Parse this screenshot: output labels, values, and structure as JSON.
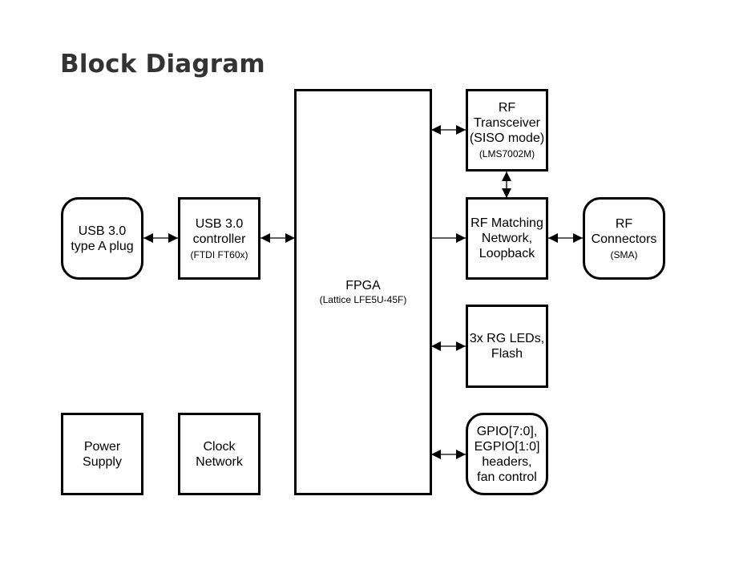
{
  "title": "Block Diagram",
  "blocks": {
    "usb_plug": {
      "main": "USB 3.0\ntype A plug",
      "sub": ""
    },
    "usb_controller": {
      "main": "USB 3.0\ncontroller",
      "sub": "(FTDI FT60x)"
    },
    "fpga": {
      "main": "FPGA",
      "sub": "(Lattice LFE5U-45F)"
    },
    "rf_transceiver": {
      "main": "RF\nTransceiver\n(SISO mode)",
      "sub": "(LMS7002M)"
    },
    "rf_matching": {
      "main": "RF Matching\nNetwork,\nLoopback",
      "sub": ""
    },
    "rf_connectors": {
      "main": "RF\nConnectors",
      "sub": "(SMA)"
    },
    "leds_flash": {
      "main": "3x RG LEDs,\nFlash",
      "sub": ""
    },
    "gpio": {
      "main": "GPIO[7:0],\nEGPIO[1:0]\nheaders,\nfan control",
      "sub": ""
    },
    "power_supply": {
      "main": "Power\nSupply",
      "sub": ""
    },
    "clock_network": {
      "main": "Clock\nNetwork",
      "sub": ""
    }
  },
  "connections": [
    {
      "from": "usb_plug",
      "to": "usb_controller",
      "direction": "bidirectional"
    },
    {
      "from": "usb_controller",
      "to": "fpga",
      "direction": "bidirectional"
    },
    {
      "from": "fpga",
      "to": "rf_transceiver",
      "direction": "bidirectional"
    },
    {
      "from": "rf_transceiver",
      "to": "rf_matching",
      "direction": "bidirectional"
    },
    {
      "from": "fpga",
      "to": "rf_matching",
      "direction": "forward"
    },
    {
      "from": "rf_matching",
      "to": "rf_connectors",
      "direction": "bidirectional"
    },
    {
      "from": "fpga",
      "to": "leds_flash",
      "direction": "bidirectional"
    },
    {
      "from": "fpga",
      "to": "gpio",
      "direction": "bidirectional"
    }
  ]
}
